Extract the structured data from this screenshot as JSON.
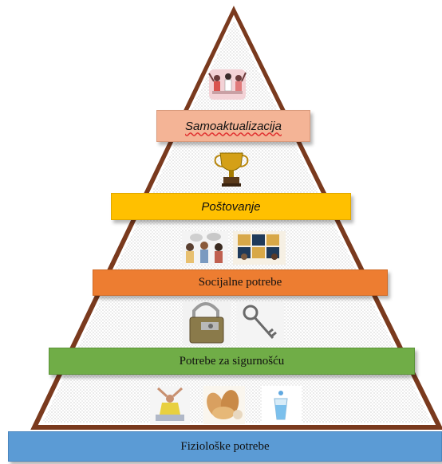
{
  "levels": {
    "self_actualization": "Samoaktualizacija",
    "esteem": "Poštovanje",
    "social": "Socijalne potrebe",
    "safety": "Potrebe za sigurnošću",
    "physiological": "Fiziološke potrebe"
  },
  "colors": {
    "self_actualization": "#f4b496",
    "esteem": "#ffc000",
    "social": "#ed7d31",
    "safety": "#70ad47",
    "physiological": "#5b9bd5",
    "pyramid_border": "#7a3a1e"
  },
  "icons": {
    "self_actualization": [
      "celebrating-people-icon"
    ],
    "esteem": [
      "trophy-icon"
    ],
    "social": [
      "group-conversation-icon",
      "puzzle-teamwork-icon"
    ],
    "safety": [
      "padlock-icon",
      "key-icon"
    ],
    "physiological": [
      "stretching-person-icon",
      "bread-icon",
      "water-glass-icon"
    ]
  }
}
